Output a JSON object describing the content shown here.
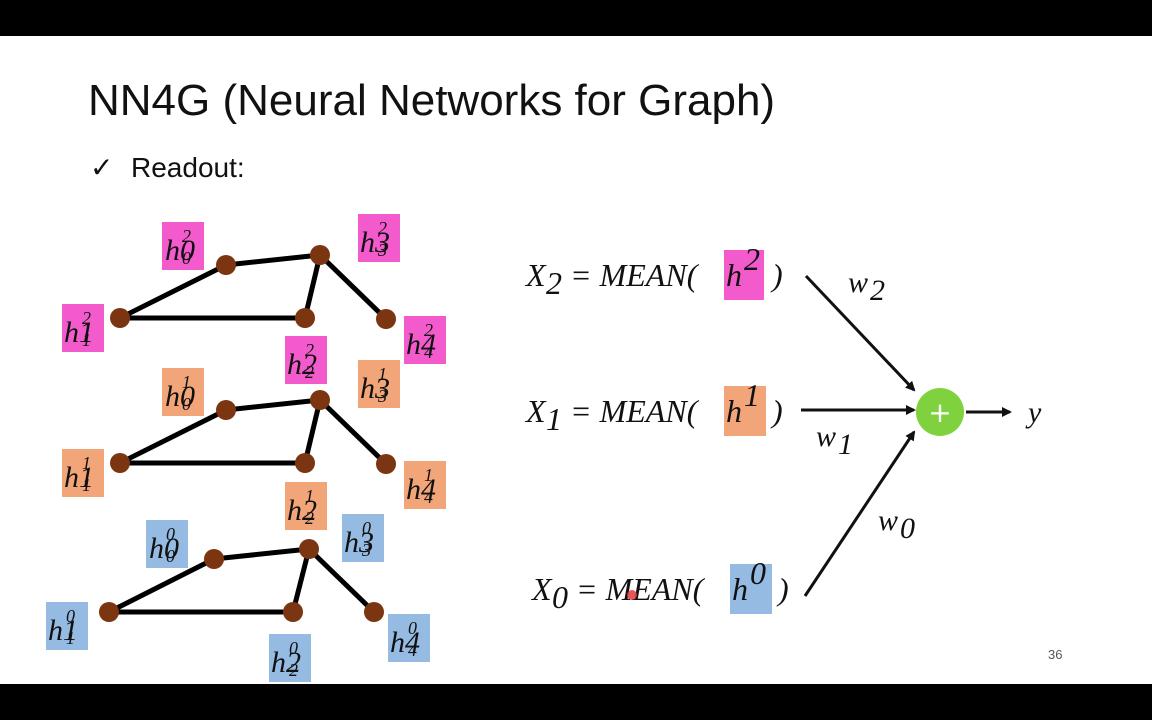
{
  "title": "NN4G (Neural Networks for Graph)",
  "bullet": {
    "mark": "✓",
    "text": "Readout:"
  },
  "page_number": "36",
  "colors": {
    "layer2": "#f35bcd",
    "layer1": "#f3a57a",
    "layer0": "#95bbe3",
    "node": "#7b3510",
    "sum": "#7fd23d"
  },
  "labels": {
    "l2": [
      "h0",
      "h1",
      "h2",
      "h3",
      "h4"
    ],
    "l1": [
      "h0",
      "h1",
      "h2",
      "h3",
      "h4"
    ],
    "l0": [
      "h0",
      "h1",
      "h2",
      "h3",
      "h4"
    ],
    "sup2": "2",
    "sup1": "1",
    "sup0": "0",
    "subs": [
      "0",
      "1",
      "2",
      "3",
      "4"
    ]
  },
  "equations": {
    "x2": {
      "lhs": "X",
      "sub": "2",
      "mid": " = MEAN(",
      "h": "h",
      "sup": "2",
      "close": ")"
    },
    "x1": {
      "lhs": "X",
      "sub": "1",
      "mid": " = MEAN(",
      "h": "h",
      "sup": "1",
      "close": ")"
    },
    "x0": {
      "lhs": "X",
      "sub": "0",
      "mid": " = MEAN(",
      "h": "h",
      "sup": "0",
      "close": ")"
    }
  },
  "weights": {
    "w2": "w",
    "w2sub": "2",
    "w1": "w",
    "w1sub": "1",
    "w0": "w",
    "w0sub": "0"
  },
  "sum_symbol": "+",
  "output": "y"
}
